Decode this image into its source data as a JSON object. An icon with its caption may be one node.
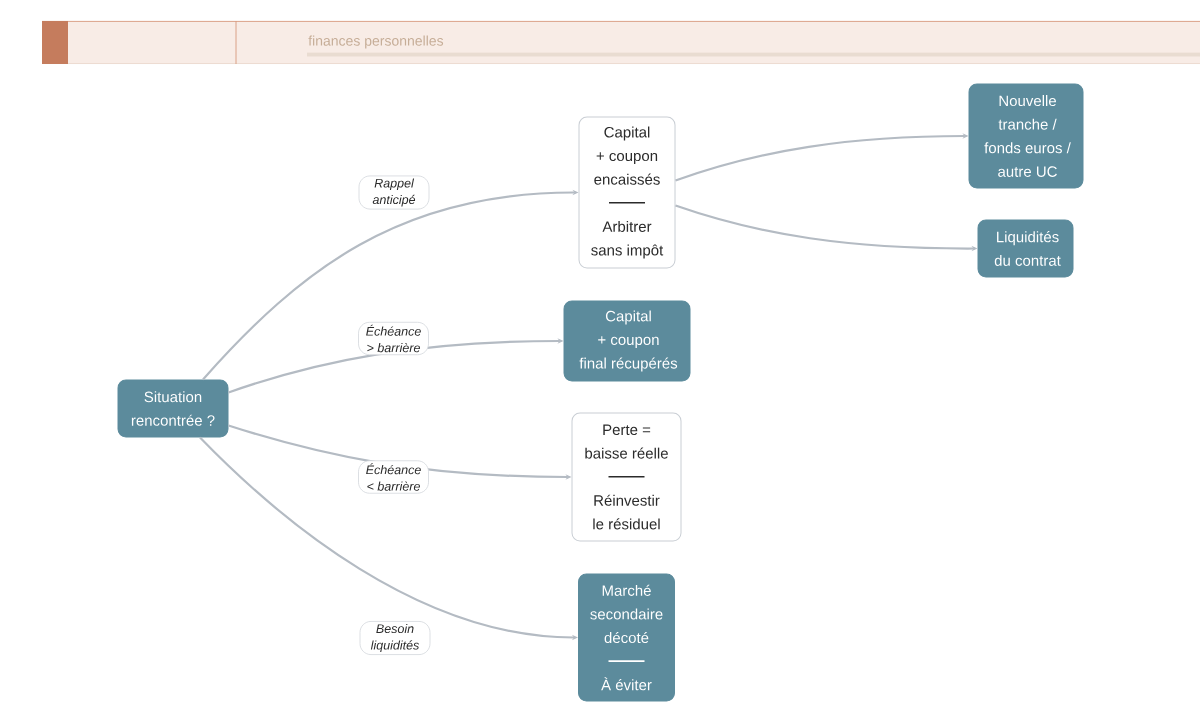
{
  "diagram": {
    "nodes": [
      {
        "text": [
          "Situation rencontrée ?"
        ]
      },
      {
        "text": [
          "Capital + coupon encaissés",
          "Arbitrer sans impôt"
        ]
      },
      {
        "text": [
          "Nouvelle tranche / fonds euros / autre UC"
        ]
      },
      {
        "text": [
          "Liquidités du contrat"
        ]
      },
      {
        "text": [
          "Capital + coupon final récupérés"
        ]
      },
      {
        "text": [
          "Perte = baisse réelle",
          "Réinvestir le résiduel"
        ]
      },
      {
        "text": [
          "Marché secondaire décoté",
          "À éviter"
        ]
      }
    ],
    "edges": [
      {
        "from": 0,
        "to": 1,
        "arrow": "to",
        "label": "Rappel anticipé"
      },
      {
        "from": 0,
        "to": 4,
        "arrow": "to",
        "label": "Échéance > barrière"
      },
      {
        "from": 0,
        "to": 5,
        "arrow": "to",
        "label": "Échéance < barrière"
      },
      {
        "from": 0,
        "to": 6,
        "arrow": "to",
        "label": "Besoin liquidités"
      },
      {
        "from": 1,
        "to": 2,
        "arrow": "to"
      },
      {
        "from": 1,
        "to": 3,
        "arrow": "to"
      }
    ],
    "labels": [
      "finances personnelles"
    ]
  }
}
